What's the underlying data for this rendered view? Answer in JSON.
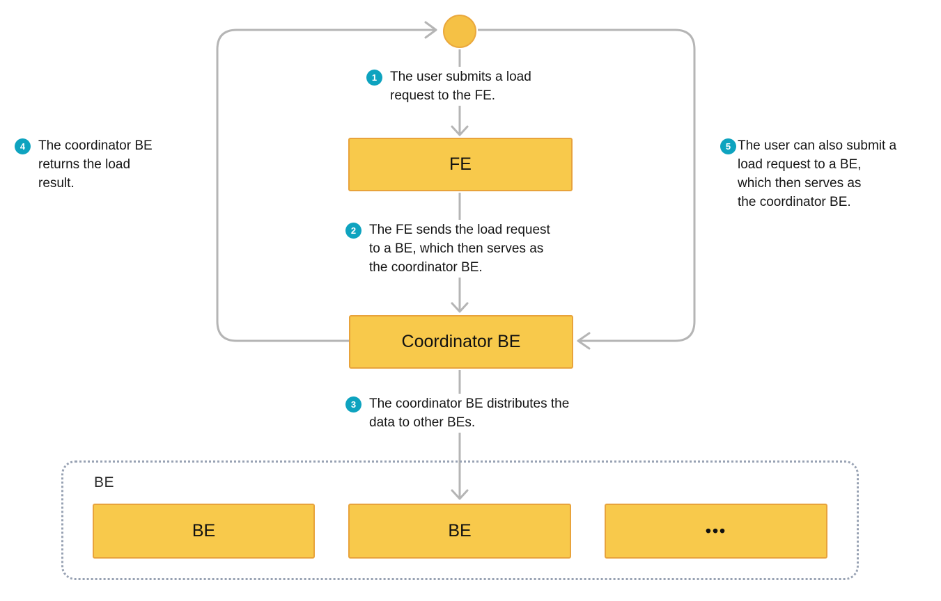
{
  "nodes": {
    "fe": {
      "label": "FE"
    },
    "coordinator": {
      "label": "Coordinator BE"
    },
    "be_group": {
      "label": "BE"
    },
    "be_1": {
      "label": "BE"
    },
    "be_2": {
      "label": "BE"
    },
    "be_3": {
      "label": "•••"
    }
  },
  "steps": [
    {
      "number": "1",
      "lines": [
        "The user submits a load",
        "request to the FE."
      ]
    },
    {
      "number": "2",
      "lines": [
        "The FE sends the load request",
        "to a BE, which then serves as",
        "the coordinator BE."
      ]
    },
    {
      "number": "3",
      "lines": [
        "The coordinator BE distributes the",
        "data to other BEs."
      ]
    },
    {
      "number": "4",
      "lines": [
        "The coordinator BE",
        "returns the load",
        "result."
      ]
    },
    {
      "number": "5",
      "lines": [
        "The user can also submit a",
        "load request to a BE,",
        "which then serves as",
        "the coordinator BE."
      ]
    }
  ],
  "colors": {
    "node_fill": "#F8C94B",
    "node_border": "#E8A33B",
    "start_circle_fill": "#F5C145",
    "connector": "#B5B5B5",
    "group_border": "#98A2B3",
    "badge_background": "#0EA3BF",
    "badge_text": "#FFFFFF",
    "text": "#151515"
  }
}
